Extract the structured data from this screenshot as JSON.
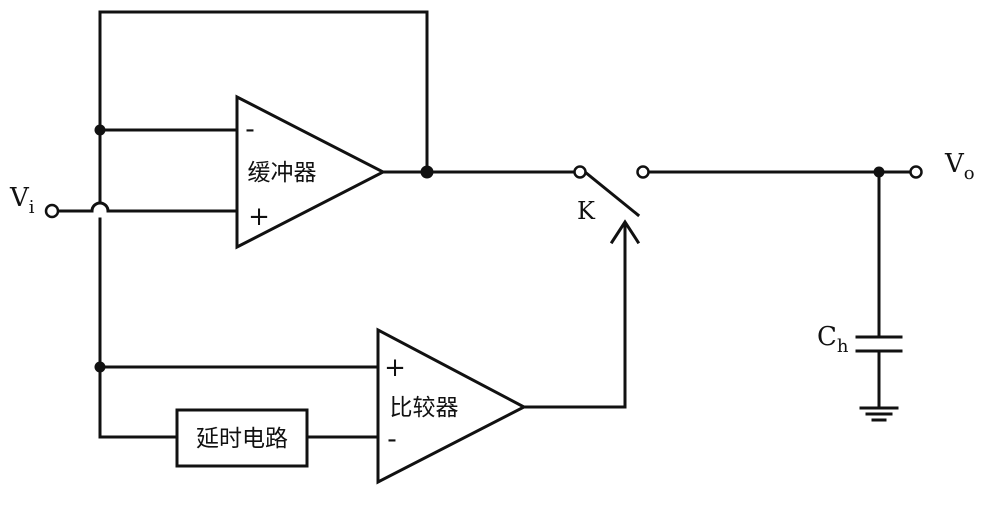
{
  "labels": {
    "vi_main": "V",
    "vi_sub": "i",
    "vo_main": "V",
    "vo_sub": "o",
    "switch": "K",
    "cap_main": "C",
    "cap_sub": "h",
    "buffer": "缓冲器",
    "comparator": "比较器",
    "delay": "延时电路",
    "minus": "-",
    "plus": "+"
  },
  "colors": {
    "line": "#111111",
    "background": "#ffffff"
  }
}
